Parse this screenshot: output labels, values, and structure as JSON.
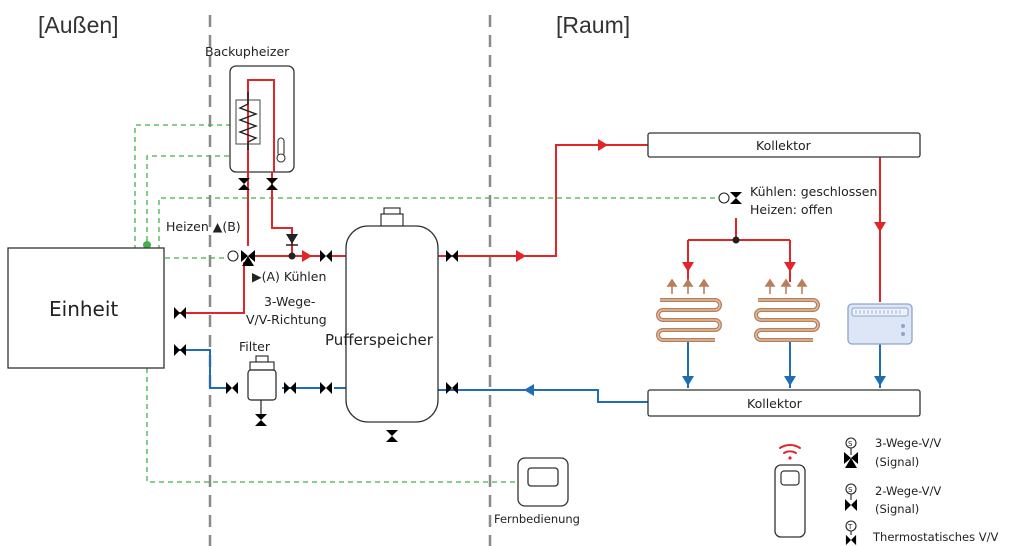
{
  "zones": {
    "outside": "[Außen]",
    "room": "[Raum]"
  },
  "components": {
    "backup_heater": "Backupheizer",
    "unit": "Einheit",
    "buffer_tank": "Pufferspeicher",
    "filter": "Filter",
    "remote": "Fernbedienung",
    "collector_top": "Kollektor",
    "collector_bottom": "Kollektor"
  },
  "labels": {
    "heating_b": "Heizen ▲(B)",
    "cooling_a": "▶(A) Kühlen",
    "three_way_dir_1": "3-Wege-",
    "three_way_dir_2": "V/V-Richtung",
    "cooling_closed": "Kühlen: geschlossen",
    "heating_open": "Heizen: offen"
  },
  "legend": {
    "three_way_1": "3-Wege-V/V",
    "three_way_2": "(Signal)",
    "two_way_1": "2-Wege-V/V",
    "two_way_2": "(Signal)",
    "thermo": "Thermostatisches V/V"
  },
  "colors": {
    "hot": "#e0262b",
    "cold": "#1f6eb5",
    "signal": "#43b04a",
    "boundary": "#8a8a8a"
  }
}
